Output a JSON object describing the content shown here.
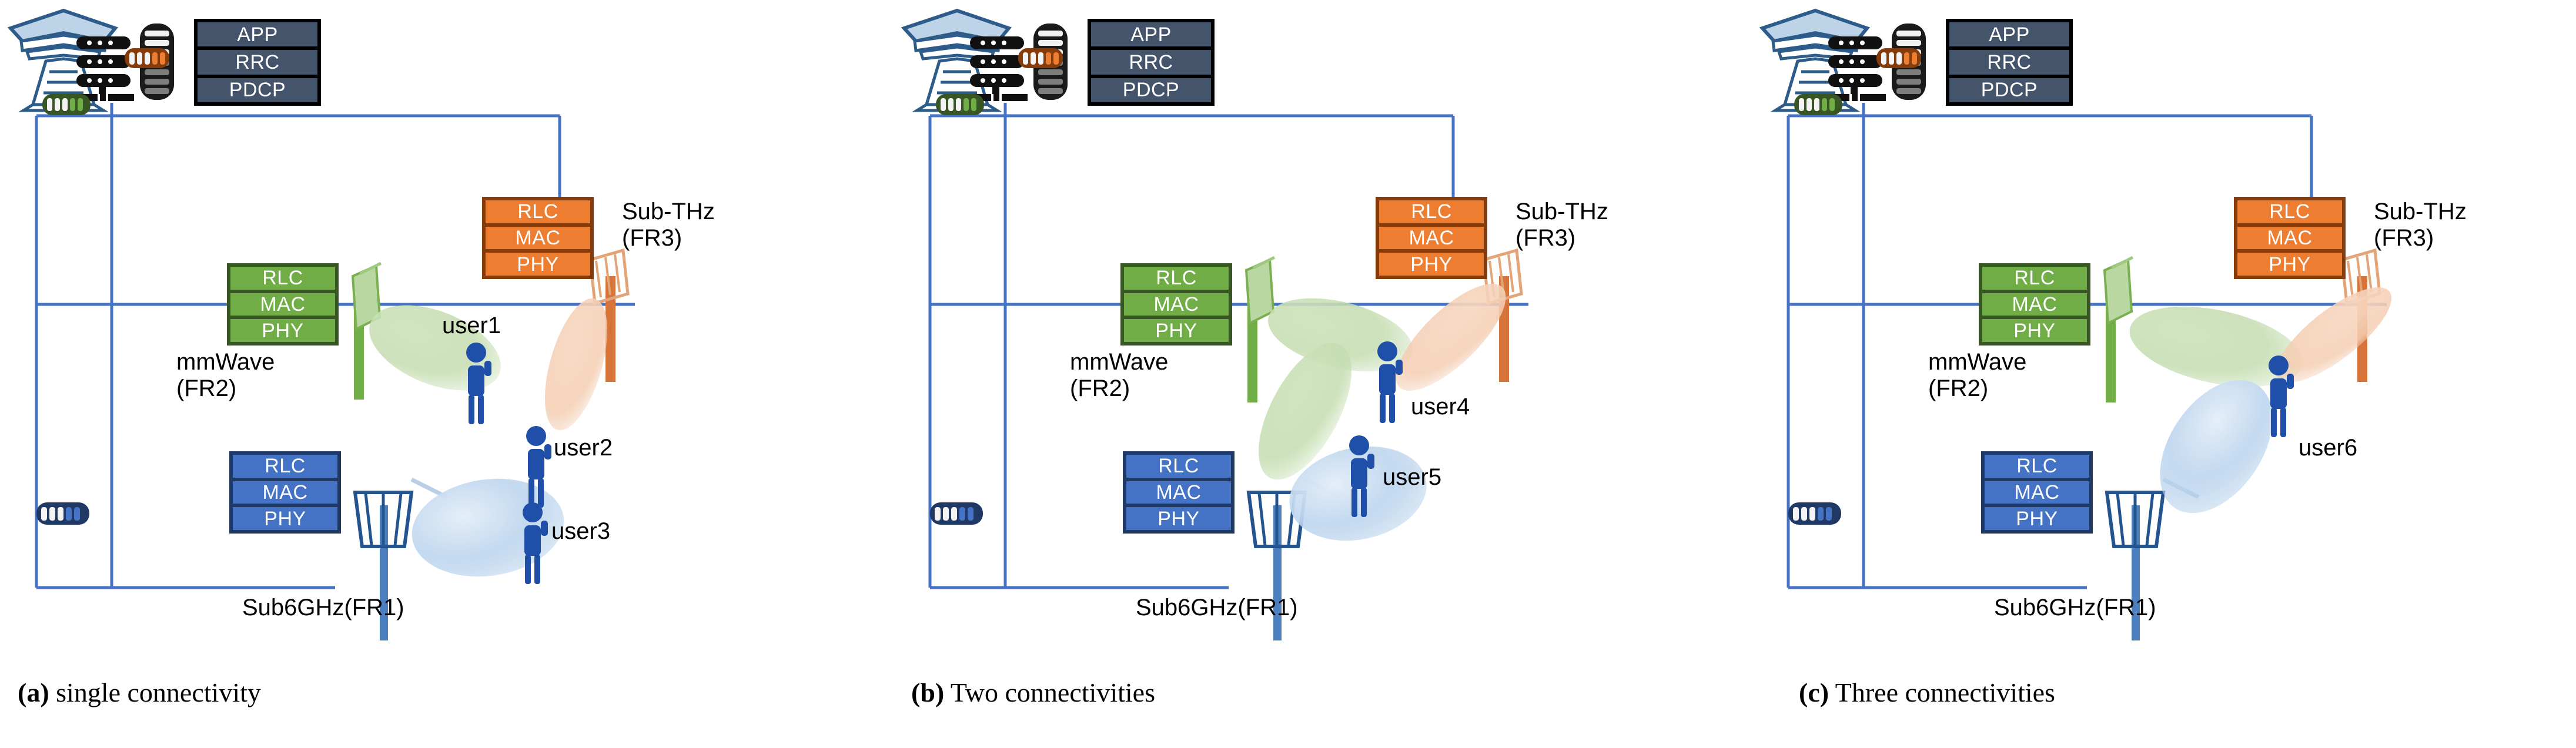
{
  "figure": {
    "panel_count": 3,
    "layer_labels": {
      "rlc": "RLC",
      "mac": "MAC",
      "phy": "PHY"
    },
    "core_layer_labels": {
      "app": "APP",
      "rrc": "RRC",
      "pdcp": "PDCP"
    },
    "band_labels": {
      "fr3": "Sub-THz\n(FR3)",
      "fr2": "mmWave\n(FR2)",
      "fr1": "Sub6GHz(FR1)"
    },
    "colors": {
      "core": "#44546a",
      "core_border": "#000000",
      "fr3": "#ed7d31",
      "fr3_border": "#843c0c",
      "fr2": "#70ad47",
      "fr2_border": "#375623",
      "fr1": "#4472c4",
      "fr1_border": "#1f3864",
      "link_line": "#4472c4",
      "tower": "#2e5c8a",
      "user_figure": "#1f4fa8",
      "text": "#000000"
    }
  },
  "panels": [
    {
      "id": "a",
      "caption_marker": "(a)",
      "caption_text": " single connectivity",
      "users": [
        {
          "name": "user1",
          "beams": [
            "fr2"
          ]
        },
        {
          "name": "user2",
          "beams": [
            "fr3"
          ]
        },
        {
          "name": "user3",
          "beams": [
            "fr1"
          ]
        }
      ]
    },
    {
      "id": "b",
      "caption_marker": "(b)",
      "caption_text": " Two connectivities",
      "users": [
        {
          "name": "user4",
          "beams": [
            "fr2",
            "fr3"
          ]
        },
        {
          "name": "user5",
          "beams": [
            "fr2",
            "fr1"
          ]
        }
      ]
    },
    {
      "id": "c",
      "caption_marker": "(c)",
      "caption_text": " Three connectivities",
      "users": [
        {
          "name": "user6",
          "beams": [
            "fr2",
            "fr3",
            "fr1"
          ]
        }
      ]
    }
  ],
  "icons": {
    "tower": "cell-tower-icon",
    "server": "server-rack-icon",
    "buffer": "data-buffer-cylinder-icon",
    "antenna": "sector-antenna-icon",
    "user": "user-figure-icon"
  }
}
